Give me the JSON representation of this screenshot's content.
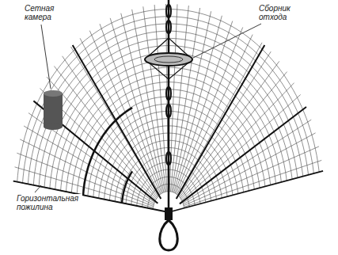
{
  "diagram": {
    "labels": [
      "Сетная камера",
      "Сборник отхода",
      "Горизонтальная пожилина"
    ]
  }
}
